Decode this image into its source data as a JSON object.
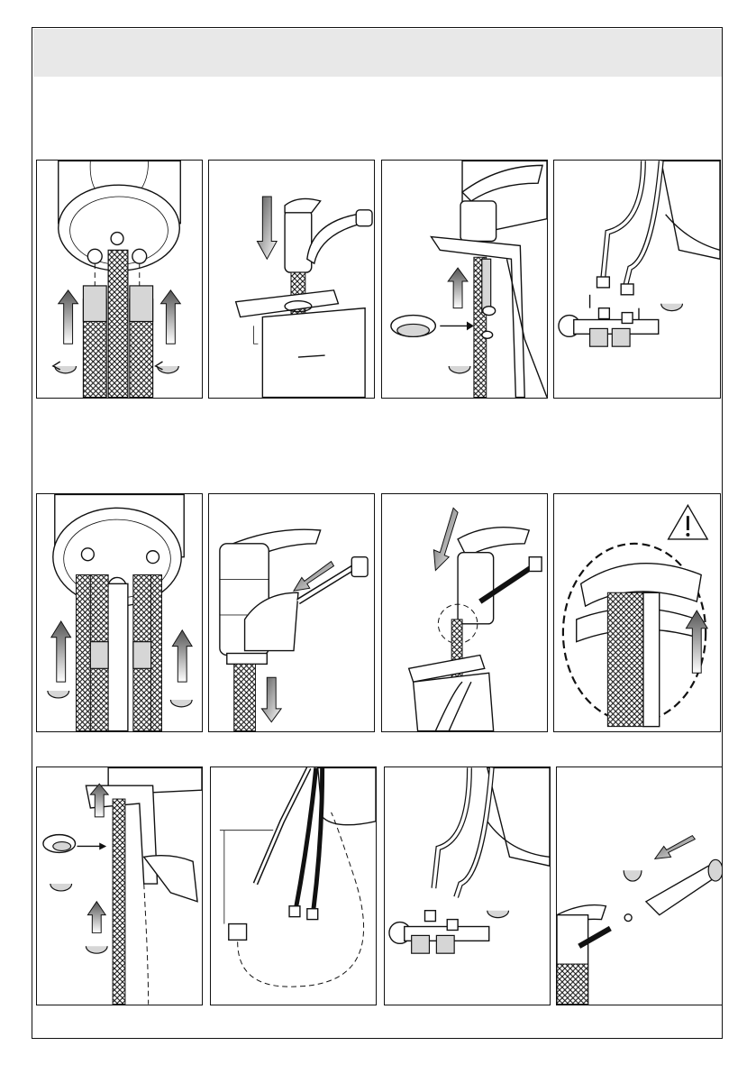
{
  "page": {
    "header_text": "",
    "background": "#ffffff",
    "header_band_color": "#e8e8e8"
  },
  "panels": [
    {
      "id": "r1c1",
      "content": "valve-body-bottom-hoses-arrows-rotate"
    },
    {
      "id": "r1c2",
      "content": "insert-mixer-into-sink-hole"
    },
    {
      "id": "r1c3",
      "content": "fix-mounting-bracket-under-counter"
    },
    {
      "id": "r1c4",
      "content": "connect-hoses-to-angle-valves"
    },
    {
      "id": "r2c1",
      "content": "mixer-bottom-with-three-hoses"
    },
    {
      "id": "r2c2",
      "content": "pull-out-spout-hose-insert"
    },
    {
      "id": "r2c3",
      "content": "insert-mixer-with-pull-out-hose"
    },
    {
      "id": "r2c4",
      "content": "warning-detail-hose-routing"
    },
    {
      "id": "r3c1",
      "content": "fix-bracket-and-hose-guide"
    },
    {
      "id": "r3c2",
      "content": "hose-loop-weight"
    },
    {
      "id": "r3c3",
      "content": "connect-hoses-to-valves"
    },
    {
      "id": "r3c4",
      "content": "attach-spray-head"
    }
  ],
  "icons": {
    "warning": "warning-triangle-icon",
    "arrow": "up-arrow-icon",
    "rotate": "rotate-icon"
  }
}
